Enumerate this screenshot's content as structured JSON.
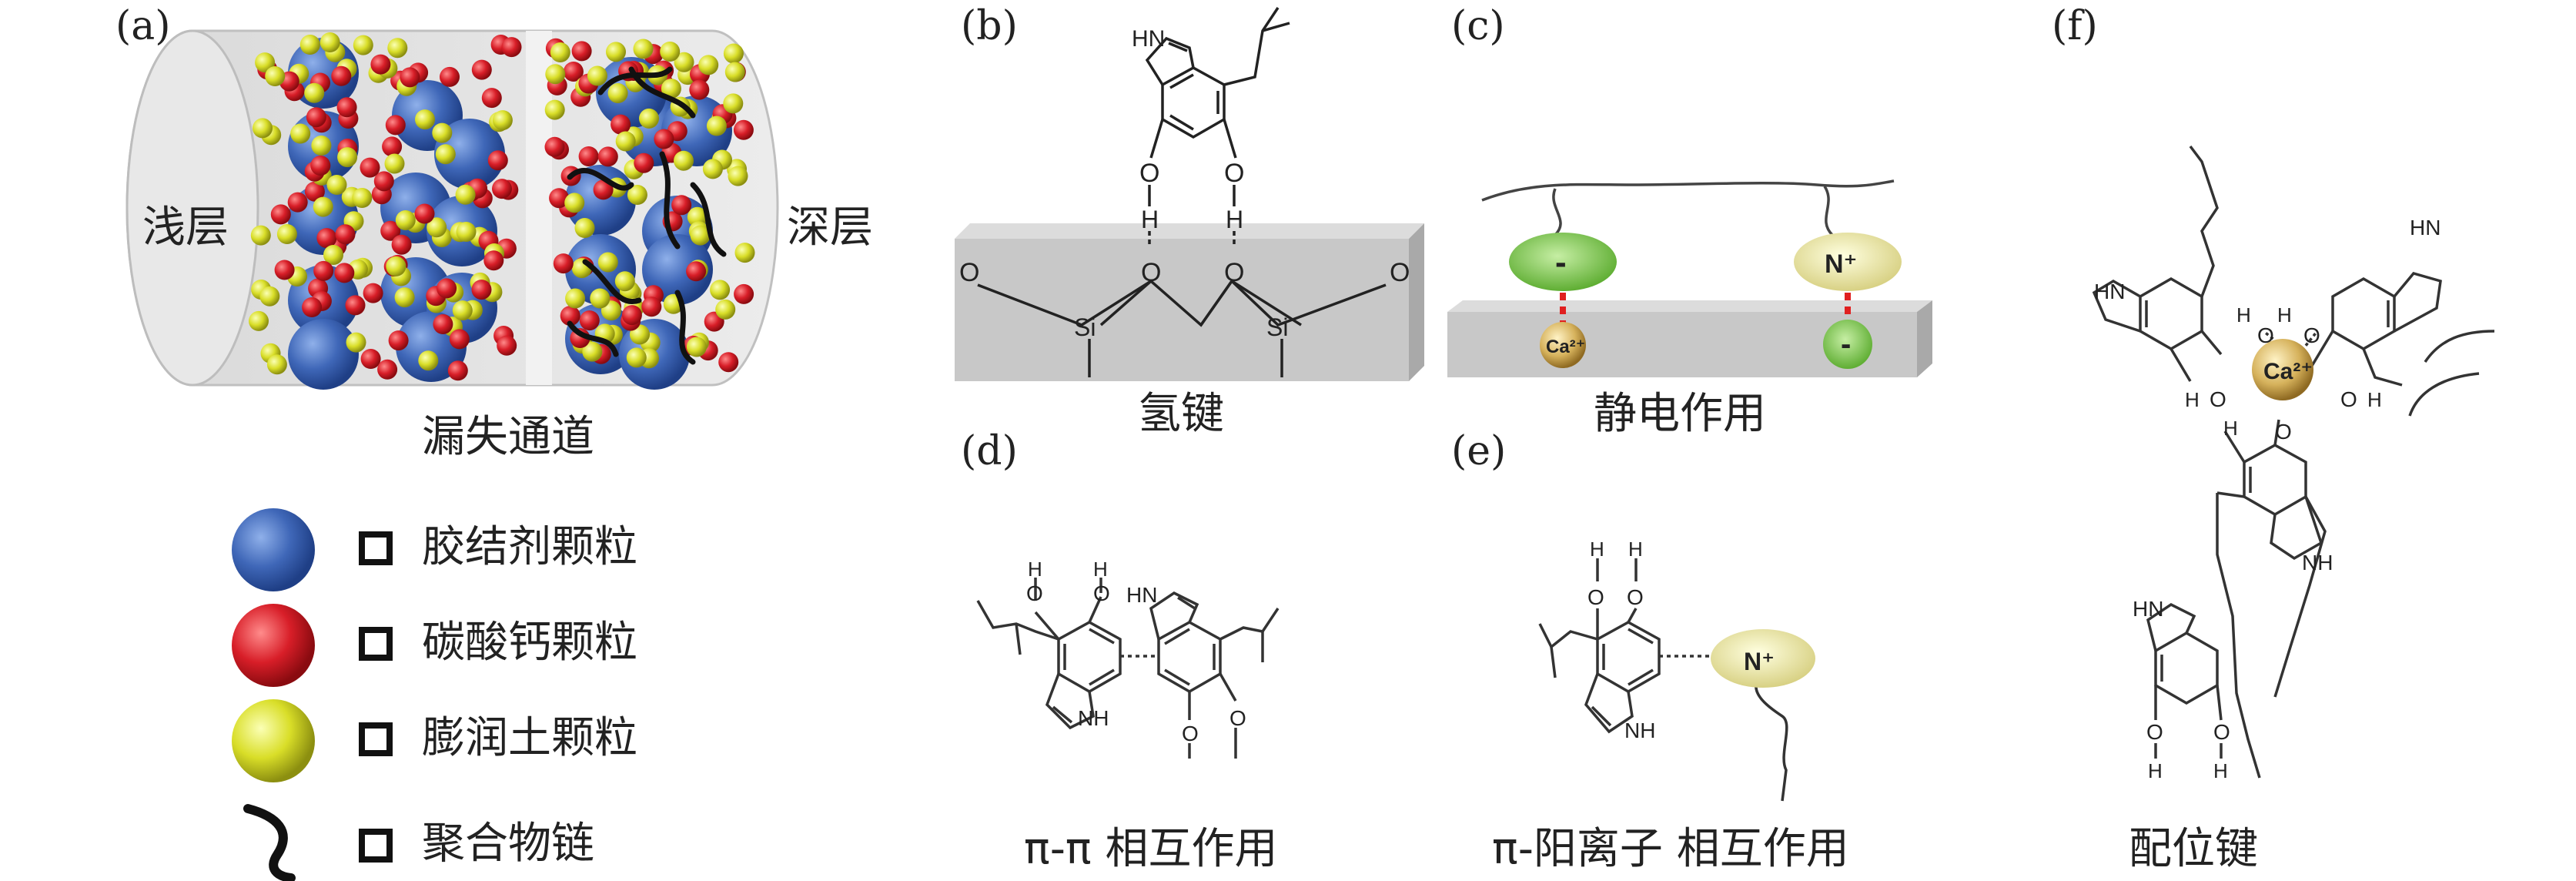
{
  "panels": {
    "a": {
      "label": "(a)",
      "left_text": "浅层",
      "right_text": "深层",
      "caption": "漏失通道",
      "legend": [
        {
          "text": "胶结剂颗粒",
          "color": "#3f67b8"
        },
        {
          "text": "碳酸钙颗粒",
          "color": "#d81e28"
        },
        {
          "text": "膨润土颗粒",
          "color": "#d9de28"
        },
        {
          "text": "聚合物链",
          "color": "#111111"
        }
      ]
    },
    "b": {
      "label": "(b)",
      "caption": "氢键",
      "atoms": {
        "nh": "HN",
        "o": "O",
        "h": "H",
        "si": "Si"
      }
    },
    "c": {
      "label": "(c)",
      "caption": "静电作用",
      "minus": "-",
      "cation": "N⁺",
      "ca": "Ca²⁺"
    },
    "d": {
      "label": "(d)",
      "caption": "π-π 相互作用",
      "nh": "NH",
      "hn": "HN"
    },
    "e": {
      "label": "(e)",
      "caption": "π-阳离子 相互作用",
      "cation": "N⁺",
      "nh": "NH"
    },
    "f": {
      "label": "(f)",
      "caption": "配位键",
      "ca": "Ca²⁺",
      "nh": "NH",
      "hn": "HN"
    }
  },
  "colors": {
    "binder": "#3f67b8",
    "caco3": "#d81e28",
    "bentonite": "#d9de28",
    "polymer": "#111111",
    "surface": "#c8c8c8",
    "green_ion": "#7cc64a",
    "cation_ion": "#ece8a6",
    "calcium": "#d6b25c"
  }
}
